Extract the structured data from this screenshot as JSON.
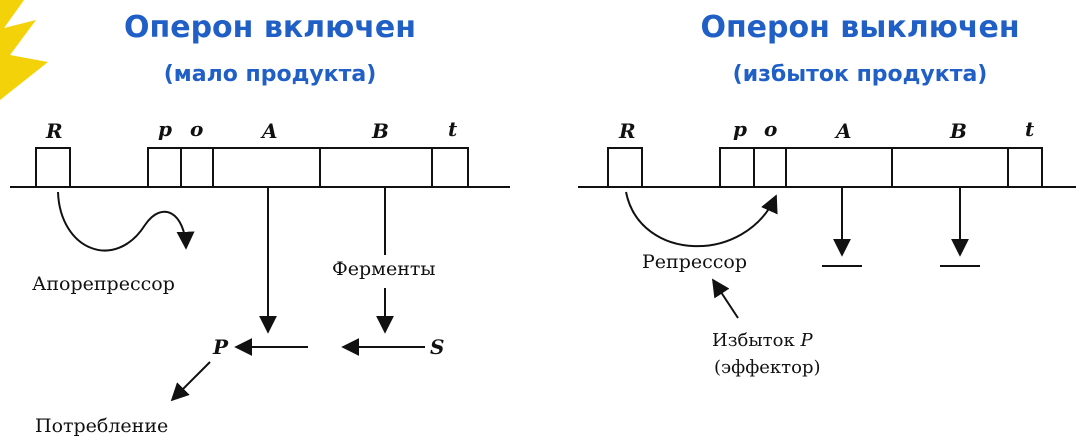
{
  "left": {
    "title": "Оперон включен",
    "subtitle": "(мало продукта)",
    "genes": [
      "R",
      "p",
      "o",
      "A",
      "B",
      "t"
    ],
    "labels": {
      "aporepressor": "Апорепрессор",
      "enzymes": "Ферменты",
      "product": "P",
      "substrate": "S",
      "consumption": "Потребление"
    }
  },
  "right": {
    "title": "Оперон выключен",
    "subtitle": "(избыток продукта)",
    "genes": [
      "R",
      "p",
      "o",
      "A",
      "B",
      "t"
    ],
    "labels": {
      "repressor": "Репрессор",
      "excess_line1": "Избыток ",
      "excess_p": "P",
      "excess_line2": "(эффектор)"
    }
  },
  "colors": {
    "title": "#1f5fc6",
    "burst": "#f4d20a",
    "line": "#111111"
  }
}
